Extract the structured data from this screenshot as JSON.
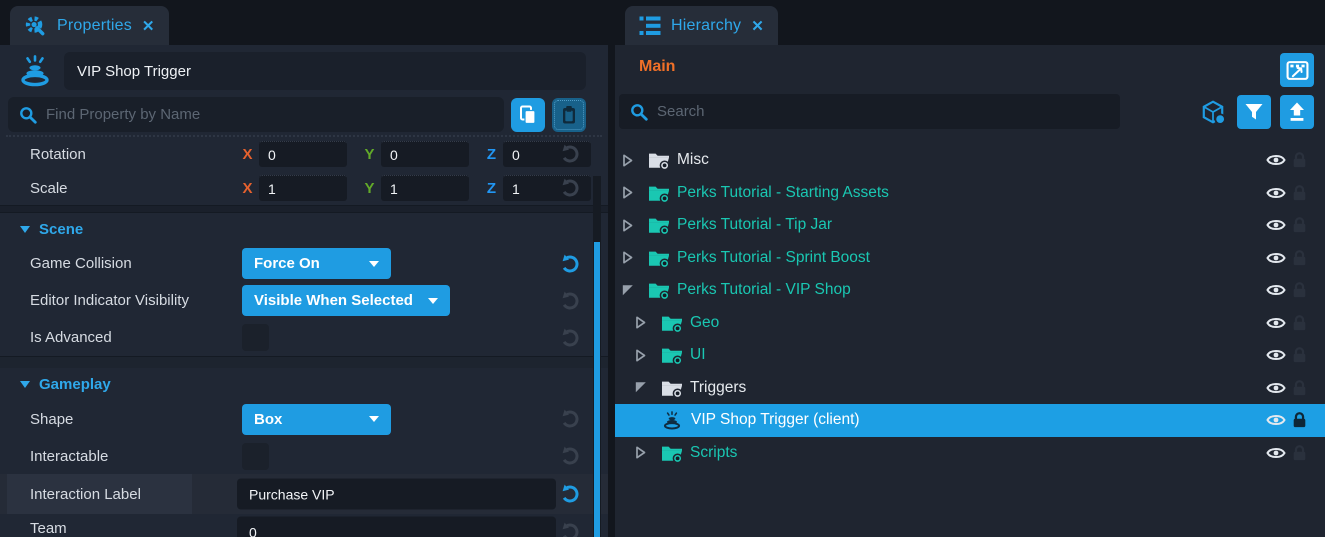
{
  "ui": {
    "close_glyph": "✕"
  },
  "colors": {
    "accent_blue": "#1f9ce2",
    "accent_text": "#2fa8ea",
    "teal_item": "#1ac7b2",
    "orange": "#f07028",
    "axis_x": "#e4612e",
    "axis_y": "#62aa29",
    "axis_z": "#2196f3",
    "selected_row": "#1d9fe4"
  },
  "properties": {
    "tab_label": "Properties",
    "name_value": "VIP Shop Trigger",
    "search_placeholder": "Find Property by Name",
    "axis": {
      "x": "X",
      "y": "Y",
      "z": "Z"
    },
    "rotation": {
      "label": "Rotation",
      "x": "0",
      "y": "0",
      "z": "0"
    },
    "scale": {
      "label": "Scale",
      "x": "1",
      "y": "1",
      "z": "1"
    },
    "scene": {
      "title": "Scene",
      "game_collision": {
        "label": "Game Collision",
        "value": "Force On"
      },
      "indicator_visibility": {
        "label": "Editor Indicator Visibility",
        "value": "Visible When Selected"
      },
      "is_advanced": {
        "label": "Is Advanced"
      }
    },
    "gameplay": {
      "title": "Gameplay",
      "shape": {
        "label": "Shape",
        "value": "Box"
      },
      "interactable": {
        "label": "Interactable"
      },
      "interaction_label": {
        "label": "Interaction Label",
        "value": "Purchase VIP"
      },
      "team": {
        "label": "Team",
        "value": "0"
      }
    }
  },
  "hierarchy": {
    "tab_label": "Hierarchy",
    "scene_name": "Main",
    "search_placeholder": "Search",
    "tree": [
      {
        "label": "Misc"
      },
      {
        "label": "Perks Tutorial - Starting Assets"
      },
      {
        "label": "Perks Tutorial - Tip Jar"
      },
      {
        "label": "Perks Tutorial - Sprint Boost"
      },
      {
        "label": "Perks Tutorial - VIP Shop"
      },
      {
        "label": "Geo"
      },
      {
        "label": "UI"
      },
      {
        "label": "Triggers"
      },
      {
        "label": "VIP Shop Trigger (client)"
      },
      {
        "label": "Scripts"
      }
    ]
  }
}
